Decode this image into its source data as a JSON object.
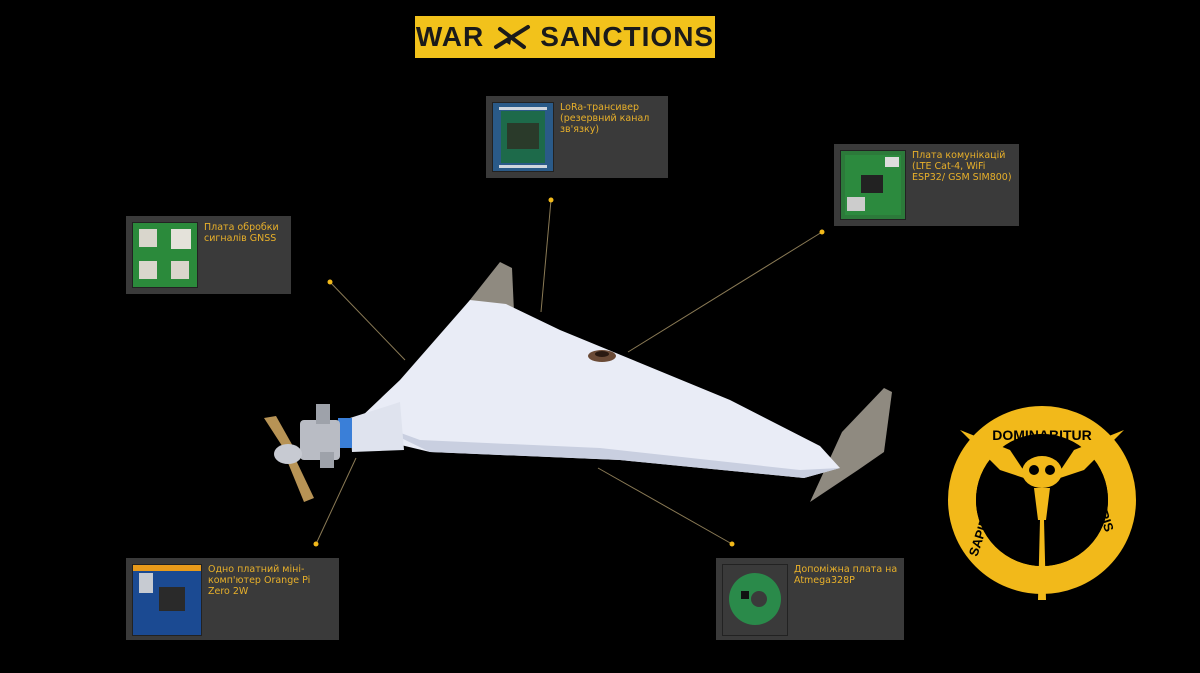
{
  "brand": {
    "left_word": "WAR",
    "right_word": "SANCTIONS",
    "accent": "#f2c21b"
  },
  "callouts": {
    "lora": {
      "text": "LoRa-трансивер (резервний канал зв'язку)",
      "icon": "lora-module-photo"
    },
    "lte": {
      "text": "Плата комунікацій (LTE Cat-4, WiFi ESP32/ GSM SIM800)",
      "icon": "communications-board-photo"
    },
    "gnss": {
      "text": "Плата обробки сигналів GNSS",
      "icon": "gnss-board-photo"
    },
    "orange": {
      "text": "Одно платний міні-комп'ютер Orange Pi Zero 2W",
      "icon": "orange-pi-photo"
    },
    "atmega": {
      "text": "Допоміжна плата на Atmega328P",
      "icon": "atmega-board-photo"
    }
  },
  "emblem": {
    "top_text": "DOMINABITUR",
    "left_text": "SAPIENS",
    "right_text": "ASTRIS",
    "color": "#f2b91a"
  },
  "colors": {
    "card_bg": "#3a3a3a",
    "card_text": "#e8b02a",
    "leader_dot": "#f2b91a",
    "airframe": "#e9ecf6"
  }
}
